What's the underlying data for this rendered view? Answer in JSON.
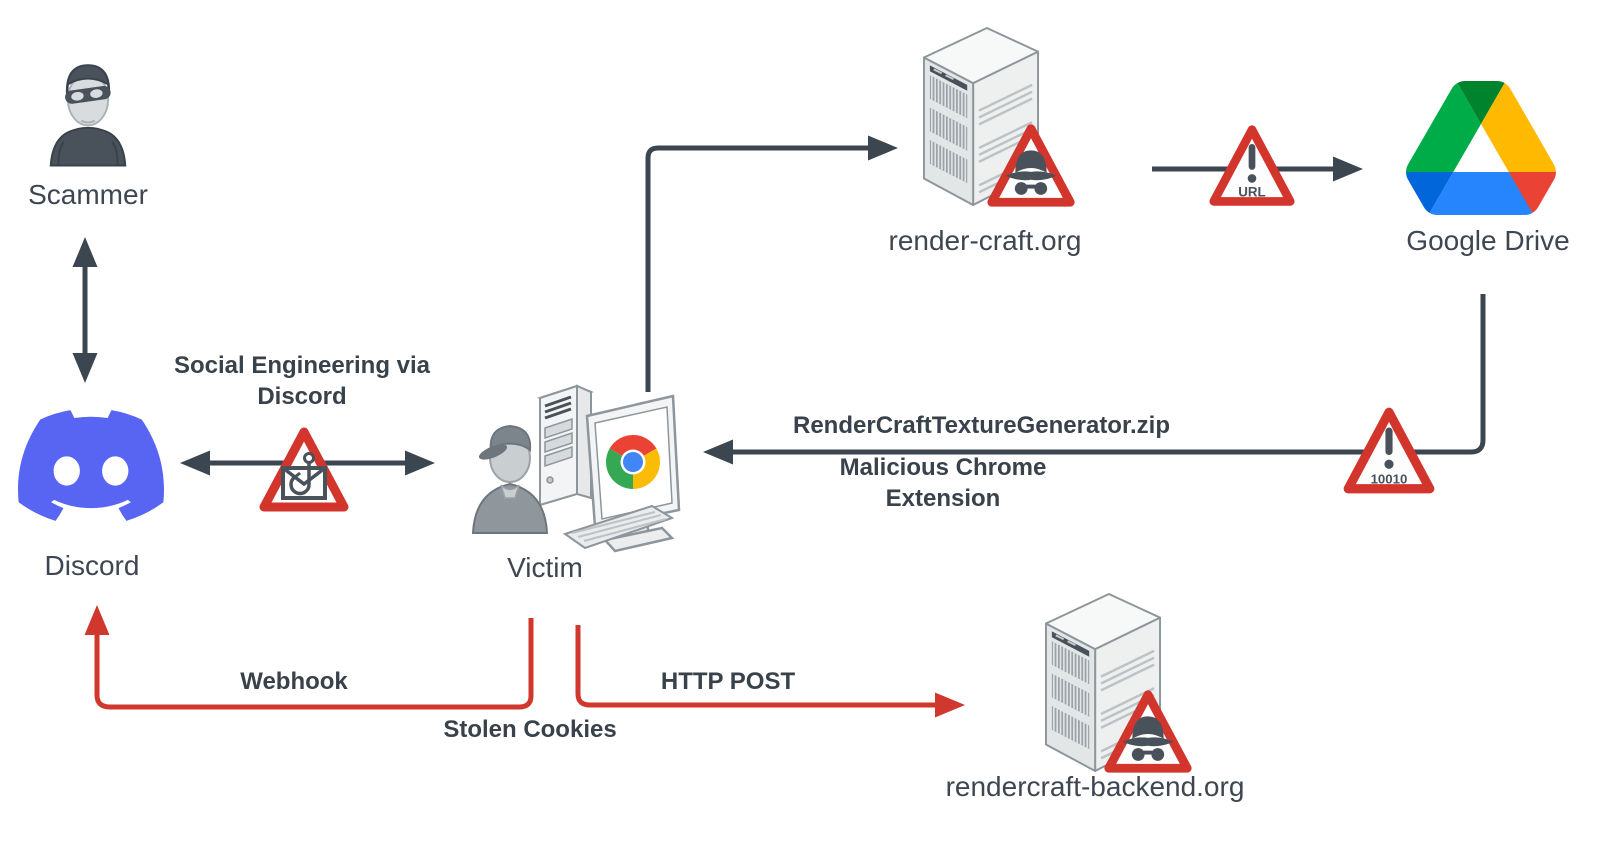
{
  "colors": {
    "line_dark": "#3c4650",
    "line_red": "#d0372d",
    "warning_red": "#d2352b",
    "icon_dark": "#49525b",
    "discord_blue": "#5865f2",
    "drive_green": "#00ac47",
    "drive_dark_green": "#00832d",
    "drive_yellow": "#ffba00",
    "drive_blue": "#2684fc",
    "drive_red": "#ea4335",
    "chrome_red": "#ea4335",
    "chrome_yellow": "#fbbc05",
    "chrome_green": "#34a853",
    "chrome_blue": "#4285f4"
  },
  "nodes": {
    "scammer": {
      "label": "Scammer"
    },
    "discord": {
      "label": "Discord"
    },
    "victim": {
      "label": "Victim"
    },
    "render_craft": {
      "label": "render-craft.org"
    },
    "google_drive": {
      "label": "Google Drive"
    },
    "backend": {
      "label": "rendercraft-backend.org"
    }
  },
  "edges": {
    "social_engineering": {
      "label": "Social Engineering via Discord"
    },
    "download": {
      "label_top": "RenderCraftTextureGenerator.zip",
      "label_bottom": "Malicious Chrome Extension"
    },
    "webhook": {
      "label": "Webhook"
    },
    "http_post": {
      "label": "HTTP POST"
    },
    "stolen_cookies": {
      "label": "Stolen Cookies"
    }
  },
  "badges": {
    "url": "URL",
    "binary": "10010"
  }
}
